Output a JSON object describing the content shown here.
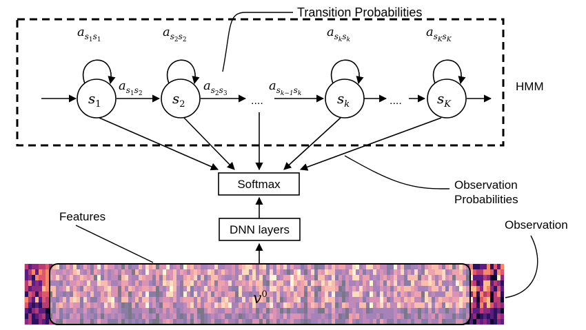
{
  "hmm": {
    "label": "HMM",
    "transition_label": "Transition Probabilities",
    "states": [
      {
        "base": "s",
        "sub": "1"
      },
      {
        "base": "s",
        "sub": "2"
      },
      {
        "base": "s",
        "sub": "k"
      },
      {
        "base": "s",
        "sub": "K"
      }
    ],
    "self_loops": [
      {
        "base": "a",
        "sub1": "s",
        "sub1b": "1",
        "sub2": "s",
        "sub2b": "1"
      },
      {
        "base": "a",
        "sub1": "s",
        "sub1b": "2",
        "sub2": "s",
        "sub2b": "2"
      },
      {
        "base": "a",
        "sub1": "s",
        "sub1b": "k",
        "sub2": "s",
        "sub2b": "k"
      },
      {
        "base": "a",
        "sub1": "s",
        "sub1b": "K",
        "sub2": "s",
        "sub2b": "K"
      }
    ],
    "transitions": [
      {
        "base": "a",
        "sub1": "s",
        "sub1b": "1",
        "sub2": "s",
        "sub2b": "2"
      },
      {
        "base": "a",
        "sub1": "s",
        "sub1b": "2",
        "sub2": "s",
        "sub2b": "3"
      },
      {
        "base": "a",
        "sub1": "s",
        "sub1b": "k−1",
        "sub2": "s",
        "sub2b": "k"
      }
    ],
    "ellipsis": "...."
  },
  "softmax_label": "Softmax",
  "dnn_label": "DNN layers",
  "features_label": "Features",
  "observation_label": "Observation",
  "observation_prob_line1": "Observation",
  "observation_prob_line2": "Probabilities",
  "input": {
    "base": "v",
    "sup": "0"
  }
}
